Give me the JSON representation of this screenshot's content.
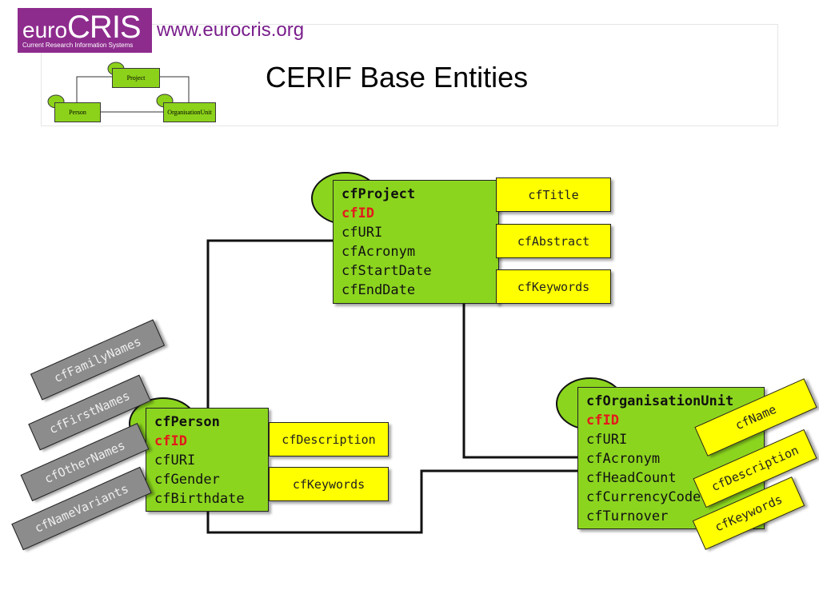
{
  "header": {
    "logo_euro": "euro",
    "logo_cris": "CRIS",
    "logo_tagline": "Current Research Information Systems",
    "url": "www.eurocris.org",
    "title": "CERIF Base Entities"
  },
  "mini_diagram": {
    "project": "Project",
    "person": "Person",
    "orgunit": "OrganisationUnit"
  },
  "colors": {
    "entity_fill": "#8cd51f",
    "pk_red": "#e31a1a",
    "lang_yellow": "#ffff00",
    "name_gray": "#8c8c8c",
    "logo_purple": "#8e2c8e"
  },
  "entities": {
    "project": {
      "name": "cfProject",
      "pk": "cfID",
      "attrs": [
        "cfURI",
        "cfAcronym",
        "cfStartDate",
        "cfEndDate"
      ],
      "lang_attrs": [
        "cfTitle",
        "cfAbstract",
        "cfKeywords"
      ]
    },
    "person": {
      "name": "cfPerson",
      "pk": "cfID",
      "attrs": [
        "cfURI",
        "cfGender",
        "cfBirthdate"
      ],
      "lang_attrs": [
        "cfDescription",
        "cfKeywords"
      ],
      "name_attrs": [
        "cfFamilyNames",
        "cfFirstNames",
        "cfOtherNames",
        "cfNameVariants"
      ]
    },
    "orgunit": {
      "name": "cfOrganisationUnit",
      "pk": "cfID",
      "attrs": [
        "cfURI",
        "cfAcronym",
        "cfHeadCount",
        "cfCurrencyCode",
        "cfTurnover"
      ],
      "lang_attrs": [
        "cfName",
        "cfDescription",
        "cfKeywords"
      ]
    }
  }
}
